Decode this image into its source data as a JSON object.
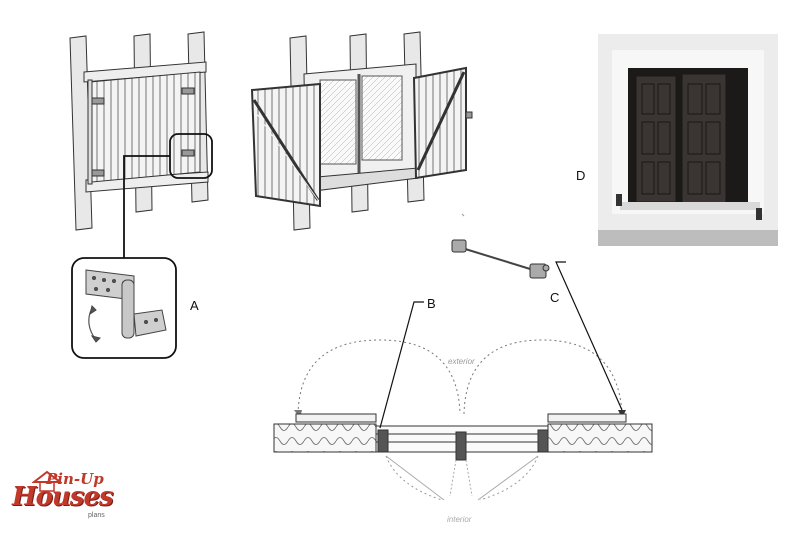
{
  "labels": {
    "a": "A",
    "b": "B",
    "c": "C",
    "d": "D",
    "exterior": "exterior",
    "interior": "interior"
  },
  "logo": {
    "line1": "Pin-Up",
    "line2": "Houses",
    "line3": "plans"
  },
  "colors": {
    "logo_red": "#c0392b",
    "line": "#333333",
    "shutter_dark": "#2a2624"
  }
}
